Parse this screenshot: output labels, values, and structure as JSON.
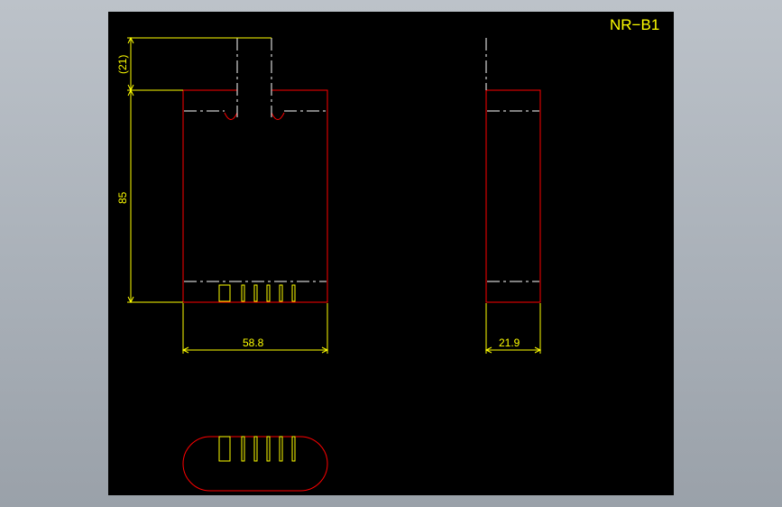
{
  "title": "NR−B1",
  "dimensions": {
    "width_front": "58.8",
    "width_side": "21.9",
    "height": "85",
    "tab_height": "(21)"
  },
  "colors": {
    "background": "#000000",
    "outline": "#ff0000",
    "dimension": "#ffff00",
    "centerline": "#ffffff"
  }
}
